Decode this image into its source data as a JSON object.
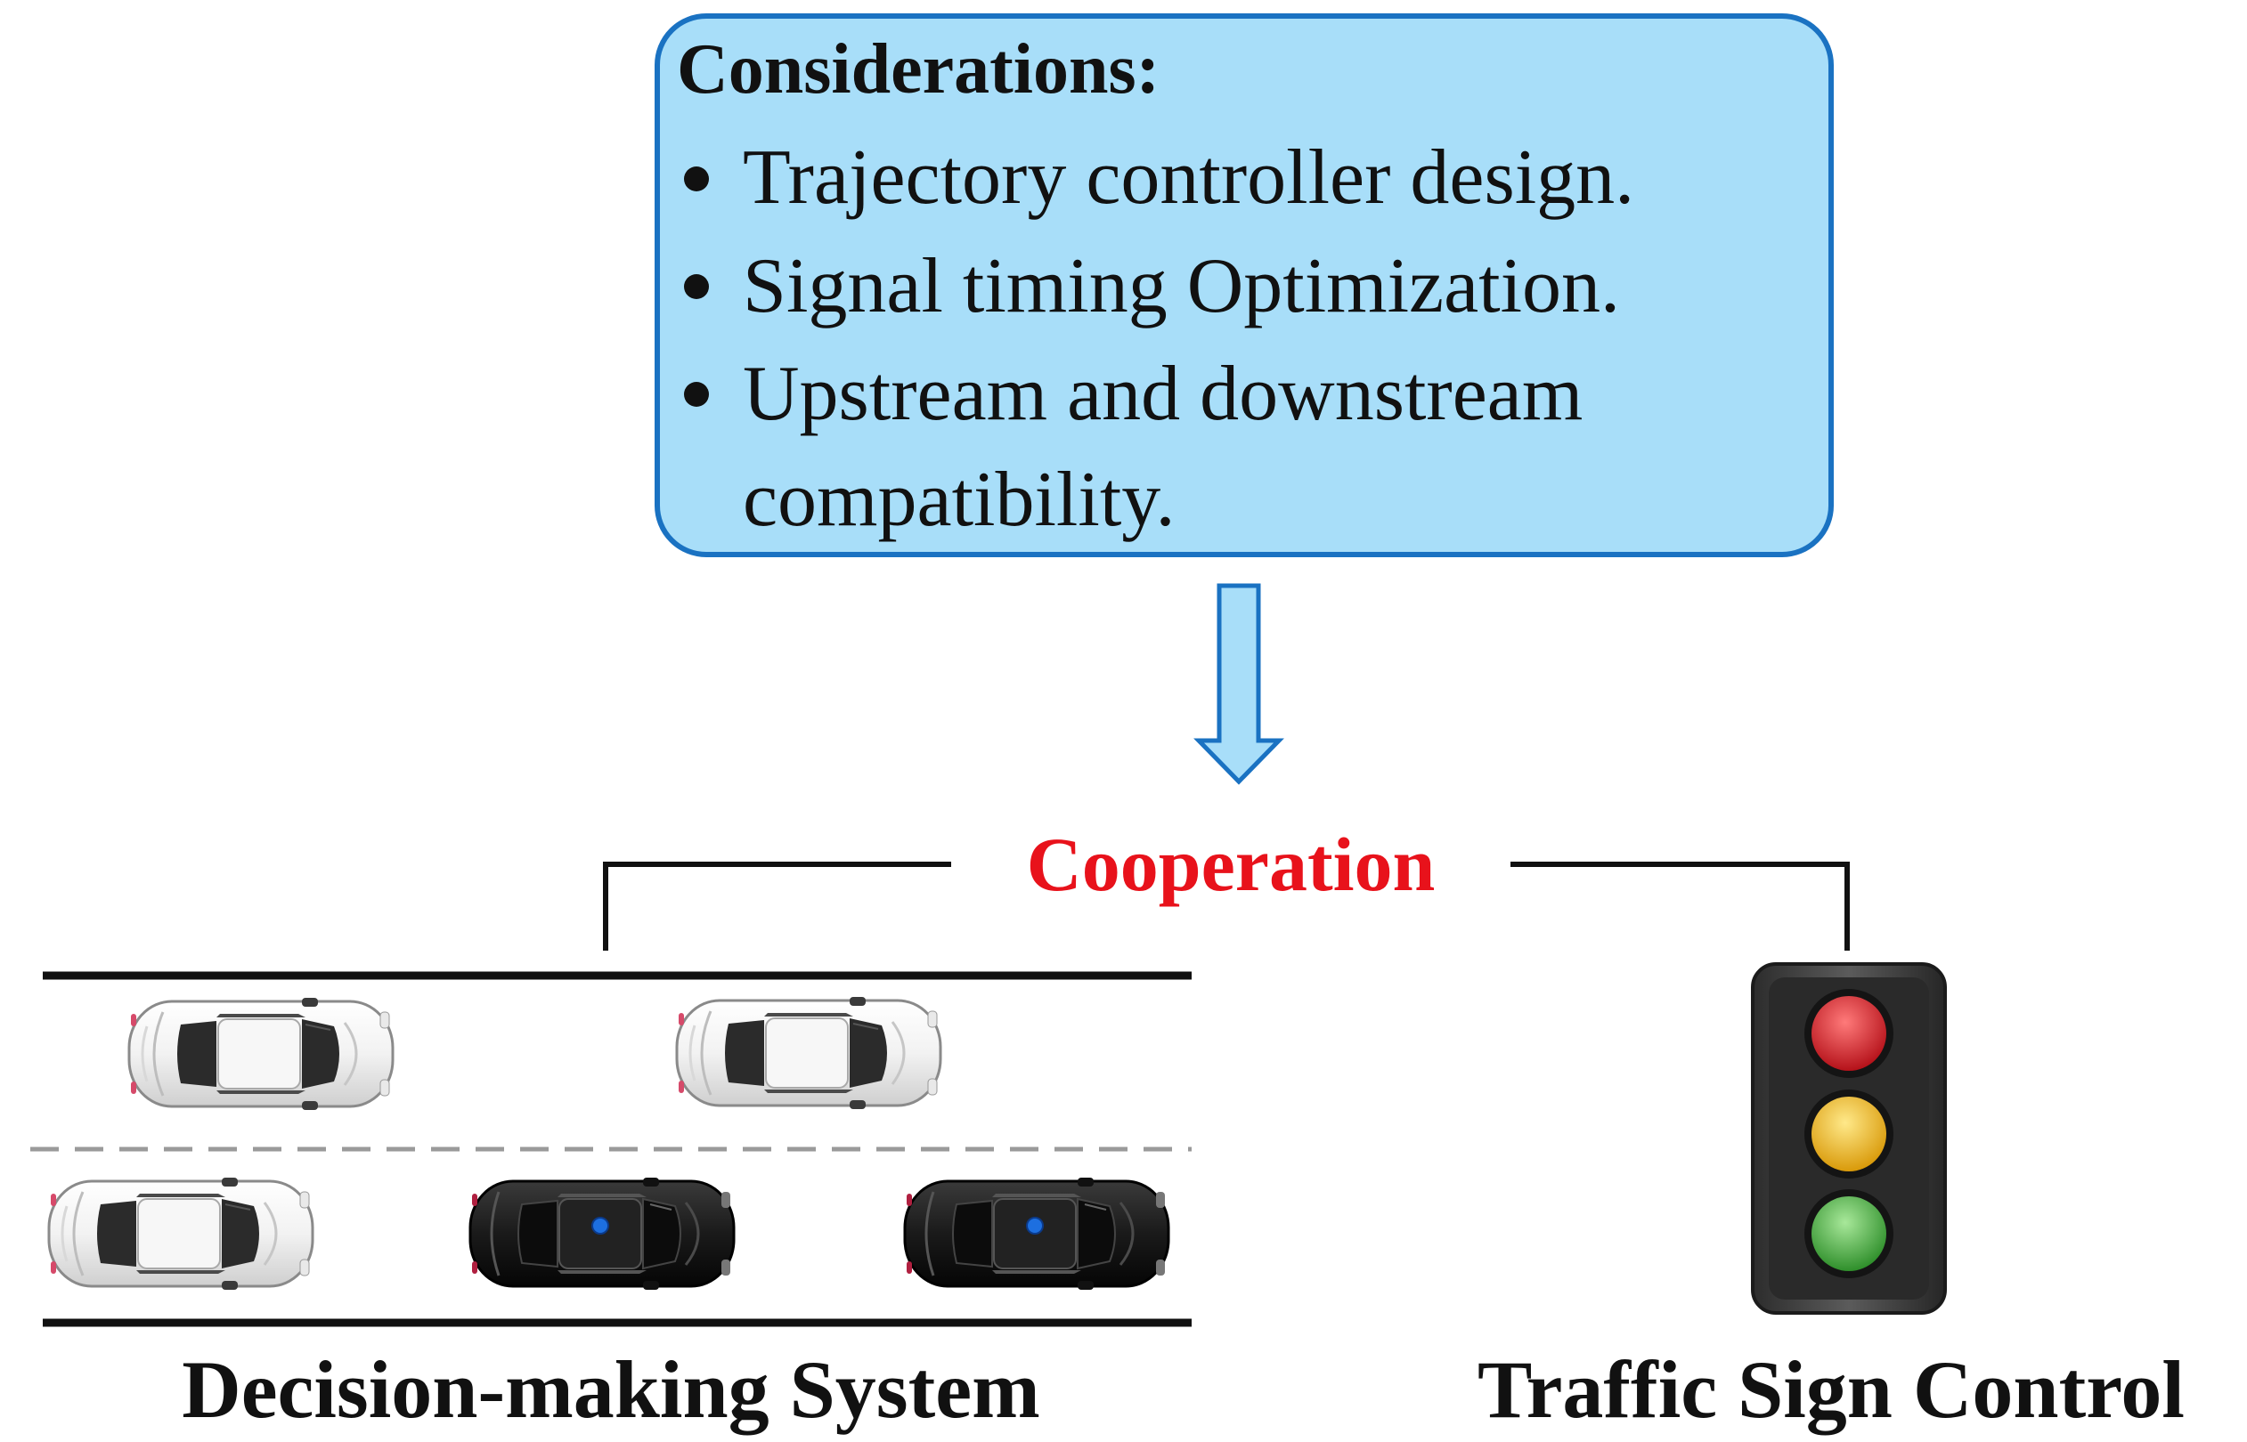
{
  "considerations": {
    "title": "Considerations:",
    "bullets": [
      {
        "lines": [
          "Trajectory controller design."
        ]
      },
      {
        "lines": [
          "Signal timing Optimization."
        ]
      },
      {
        "lines": [
          "Upstream and downstream",
          "compatibility."
        ]
      }
    ]
  },
  "cooperation": {
    "label": "Cooperation",
    "color": "#e8121b"
  },
  "decision_system": {
    "label": "Decision-making System"
  },
  "traffic_control": {
    "label": "Traffic Sign Control"
  },
  "colors": {
    "box_fill": "#a8def9",
    "box_border": "#1a72c2",
    "arrow_fill": "#a8def9",
    "arrow_border": "#1a72c2",
    "light_red": "#d01f26",
    "light_yellow": "#f2c21c",
    "light_green": "#4fb548"
  },
  "icons": [
    "bullet-dot",
    "down-arrow-icon",
    "white-car-icon",
    "black-car-icon",
    "traffic-light-icon"
  ]
}
